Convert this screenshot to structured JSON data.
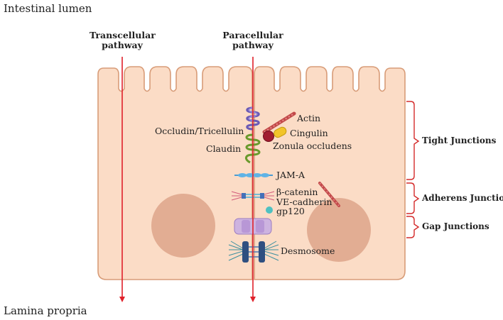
{
  "regions": {
    "top": "Intestinal lumen",
    "bottom": "Lamina propria"
  },
  "pathways": {
    "transcellular": [
      "Transcellular",
      "pathway"
    ],
    "paracellular": [
      "Paracellular",
      "pathway"
    ]
  },
  "proteins": {
    "occludin": "Occludin/Tricellulin",
    "claudin": "Claudin",
    "actin": "Actin",
    "cingulin": "Cingulin",
    "zonula": "Zonula occludens",
    "jam": "JAM-A",
    "catenin": "β-catenin",
    "cadherin": "VE-cadherin",
    "gp120": "gp120",
    "desmosome": "Desmosome"
  },
  "junctions": {
    "tight": "Tight Junctions",
    "adherens": "Adherens Junctions",
    "gap": "Gap Junctions"
  },
  "colors": {
    "cell_fill": "#fbdcc6",
    "cell_stroke": "#d89c78",
    "nucleus": "#e2ad93",
    "arrow": "#e0202a",
    "bracket": "#d42a2a"
  }
}
